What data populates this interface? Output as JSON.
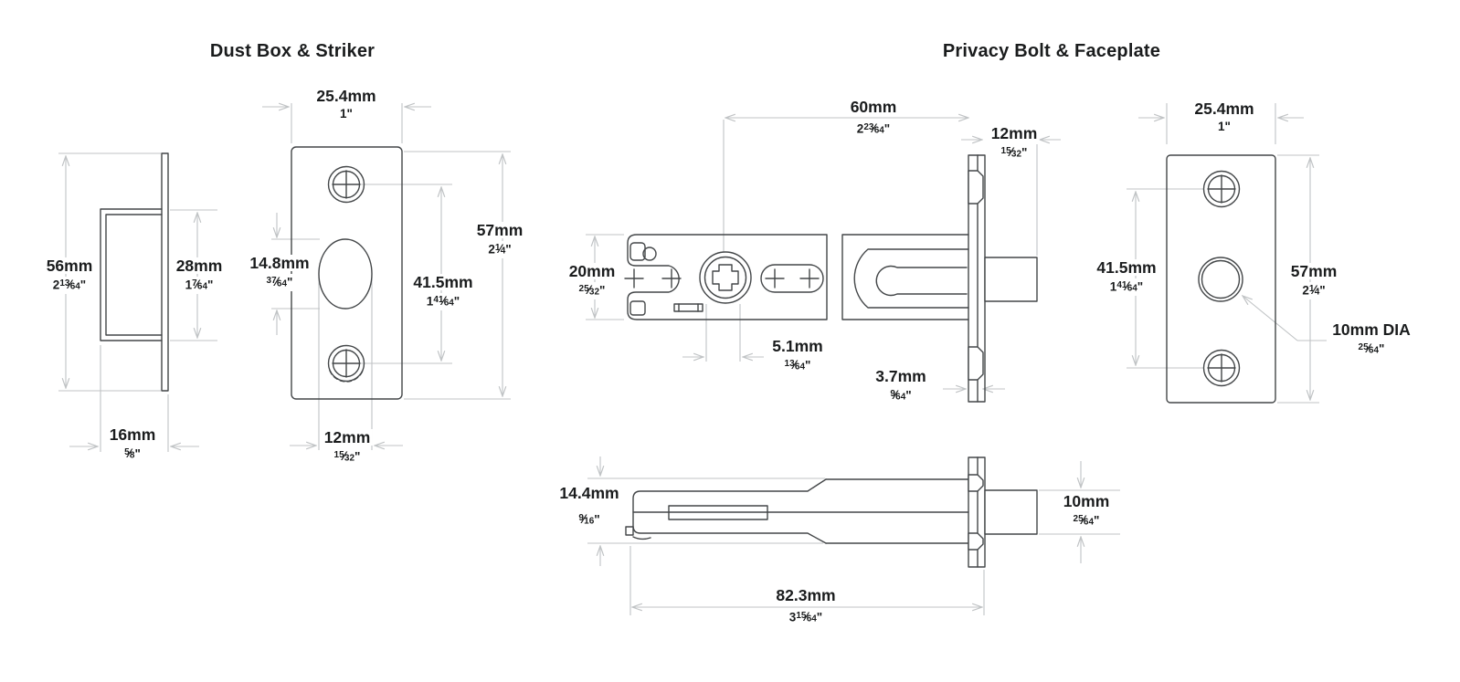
{
  "titles": {
    "left": "Dust Box & Striker",
    "right": "Privacy Bolt & Faceplate"
  },
  "dims": {
    "dust_box_height": {
      "mm": "56mm",
      "inch": "2 13/64\""
    },
    "dust_box_opening": {
      "mm": "28mm",
      "inch": "1 7/64\""
    },
    "dust_box_depth": {
      "mm": "16mm",
      "inch": "5/8\""
    },
    "striker_width": {
      "mm": "25.4mm",
      "inch": "1\""
    },
    "striker_hole_height": {
      "mm": "14.8mm",
      "inch": "37/64\""
    },
    "striker_screw_spacing": {
      "mm": "41.5mm",
      "inch": "1 41/64\""
    },
    "striker_height": {
      "mm": "57mm",
      "inch": "2 1/4\""
    },
    "striker_hole_width": {
      "mm": "12mm",
      "inch": "15/32\""
    },
    "bolt_backset": {
      "mm": "60mm",
      "inch": "2 23/64\""
    },
    "bolt_projection": {
      "mm": "12mm",
      "inch": "15/32\""
    },
    "bolt_body_height": {
      "mm": "20mm",
      "inch": "25/32\""
    },
    "spindle_hole_width": {
      "mm": "5.1mm",
      "inch": "13/64\""
    },
    "faceplate_thickness": {
      "mm": "3.7mm",
      "inch": "9/64\""
    },
    "faceplate_screw_spacing": {
      "mm": "41.5mm",
      "inch": "1 41/64\""
    },
    "faceplate_width": {
      "mm": "25.4mm",
      "inch": "1\""
    },
    "faceplate_height": {
      "mm": "57mm",
      "inch": "2 1/4\""
    },
    "faceplate_hole_dia": {
      "mm": "10mm DIA",
      "inch": "25/64\""
    },
    "bolt_bottom_height": {
      "mm": "14.4mm",
      "inch": "9/16\""
    },
    "bolt_tip_dia": {
      "mm": "10mm",
      "inch": "25/64\""
    },
    "bolt_overall_length": {
      "mm": "82.3mm",
      "inch": "3 15/64\""
    }
  },
  "colors": {
    "part_line": "#434648",
    "dimension_line": "#c0c3c5",
    "text": "#1a1c1d",
    "background": "#ffffff"
  }
}
